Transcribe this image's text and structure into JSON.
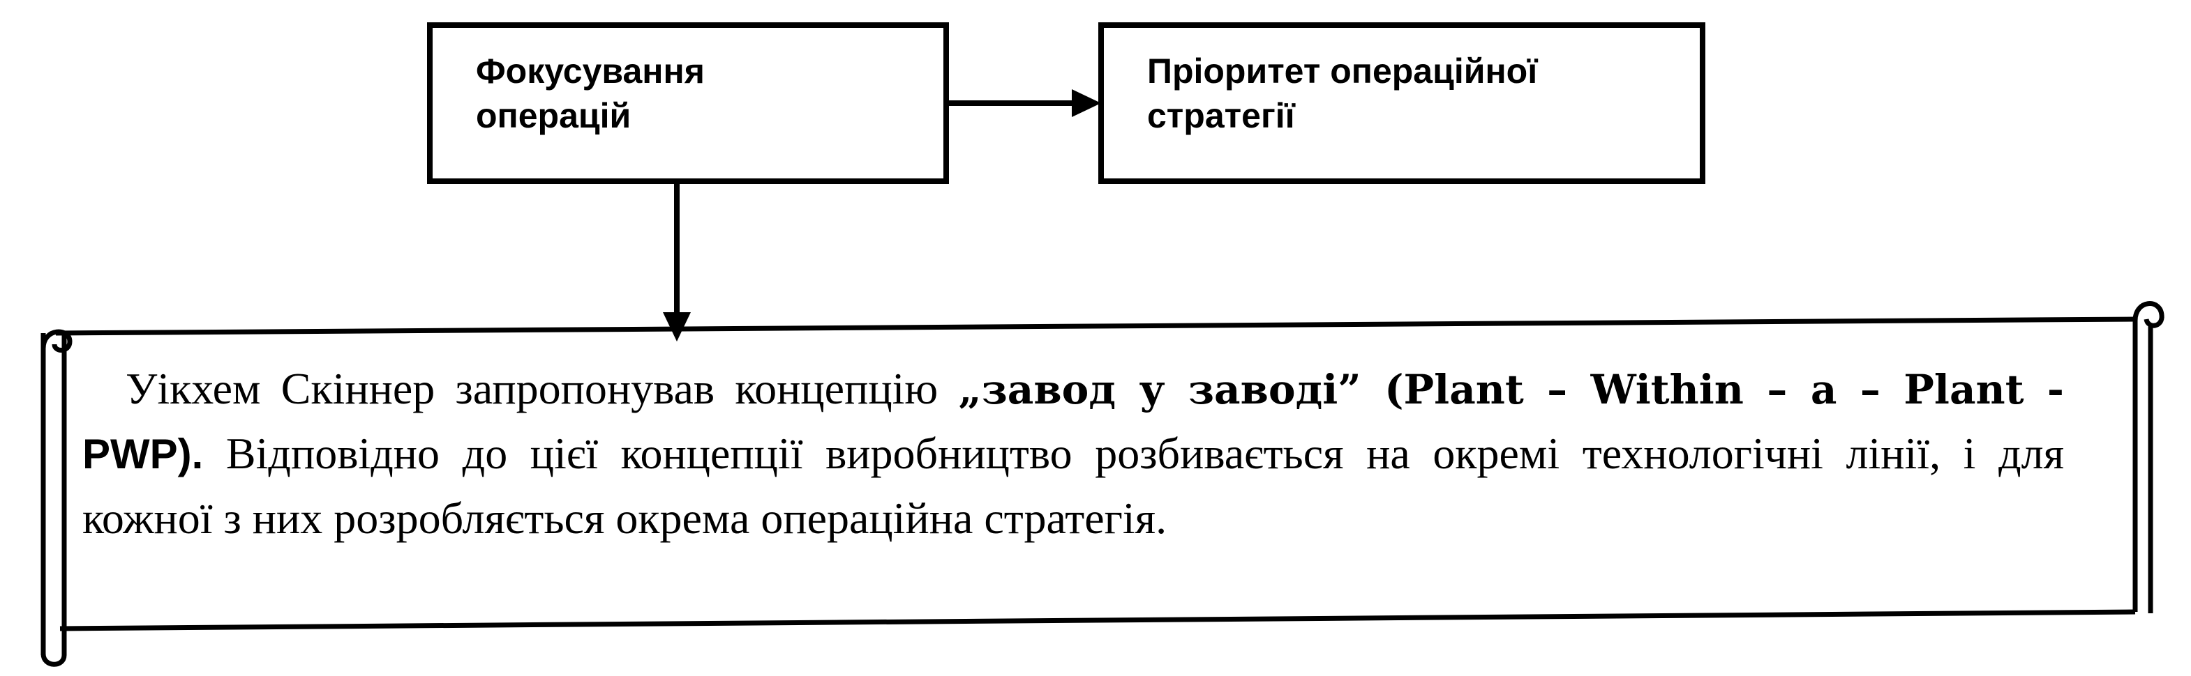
{
  "diagram": {
    "box_focus": {
      "line1": "Фокусування",
      "line2": "операцій"
    },
    "box_priority": {
      "line1": "Пріоритет операційної",
      "line2": "стратегії"
    },
    "scroll": {
      "intro": "Уікхем Скіннер запропонував концепцію ",
      "concept_bold": "„завод у заводі” (Plant – Within – a – Plant -",
      "abbr_bold": " PWP).",
      "rest": " Відповідно до цієї концепції виробництво розбивається на окремі технологічні лінії, і для кожної з них розробляється окрема операційна стратегія."
    }
  }
}
